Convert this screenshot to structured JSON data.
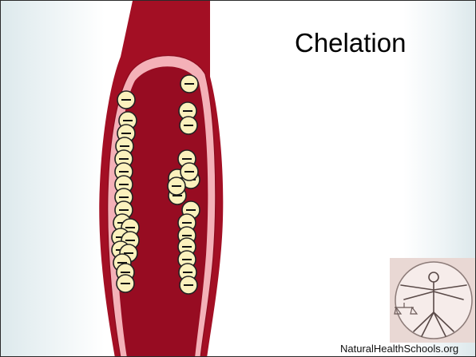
{
  "slide": {
    "title": "Chelation",
    "footer": "NaturalHealthSchools.org"
  },
  "diagram": {
    "particle_glyph": "−",
    "left_column_count": 18,
    "right_column_count": 16
  },
  "colors": {
    "vessel_wall": "#a30f24",
    "vessel_inner": "#f4b1b8",
    "lumen": "#970c22",
    "particle_fill": "#fbf1bd",
    "particle_stroke": "#222222",
    "logo_bg": "#e9d8d4"
  },
  "icons": {
    "logo": "vitruvian-man-logo"
  }
}
